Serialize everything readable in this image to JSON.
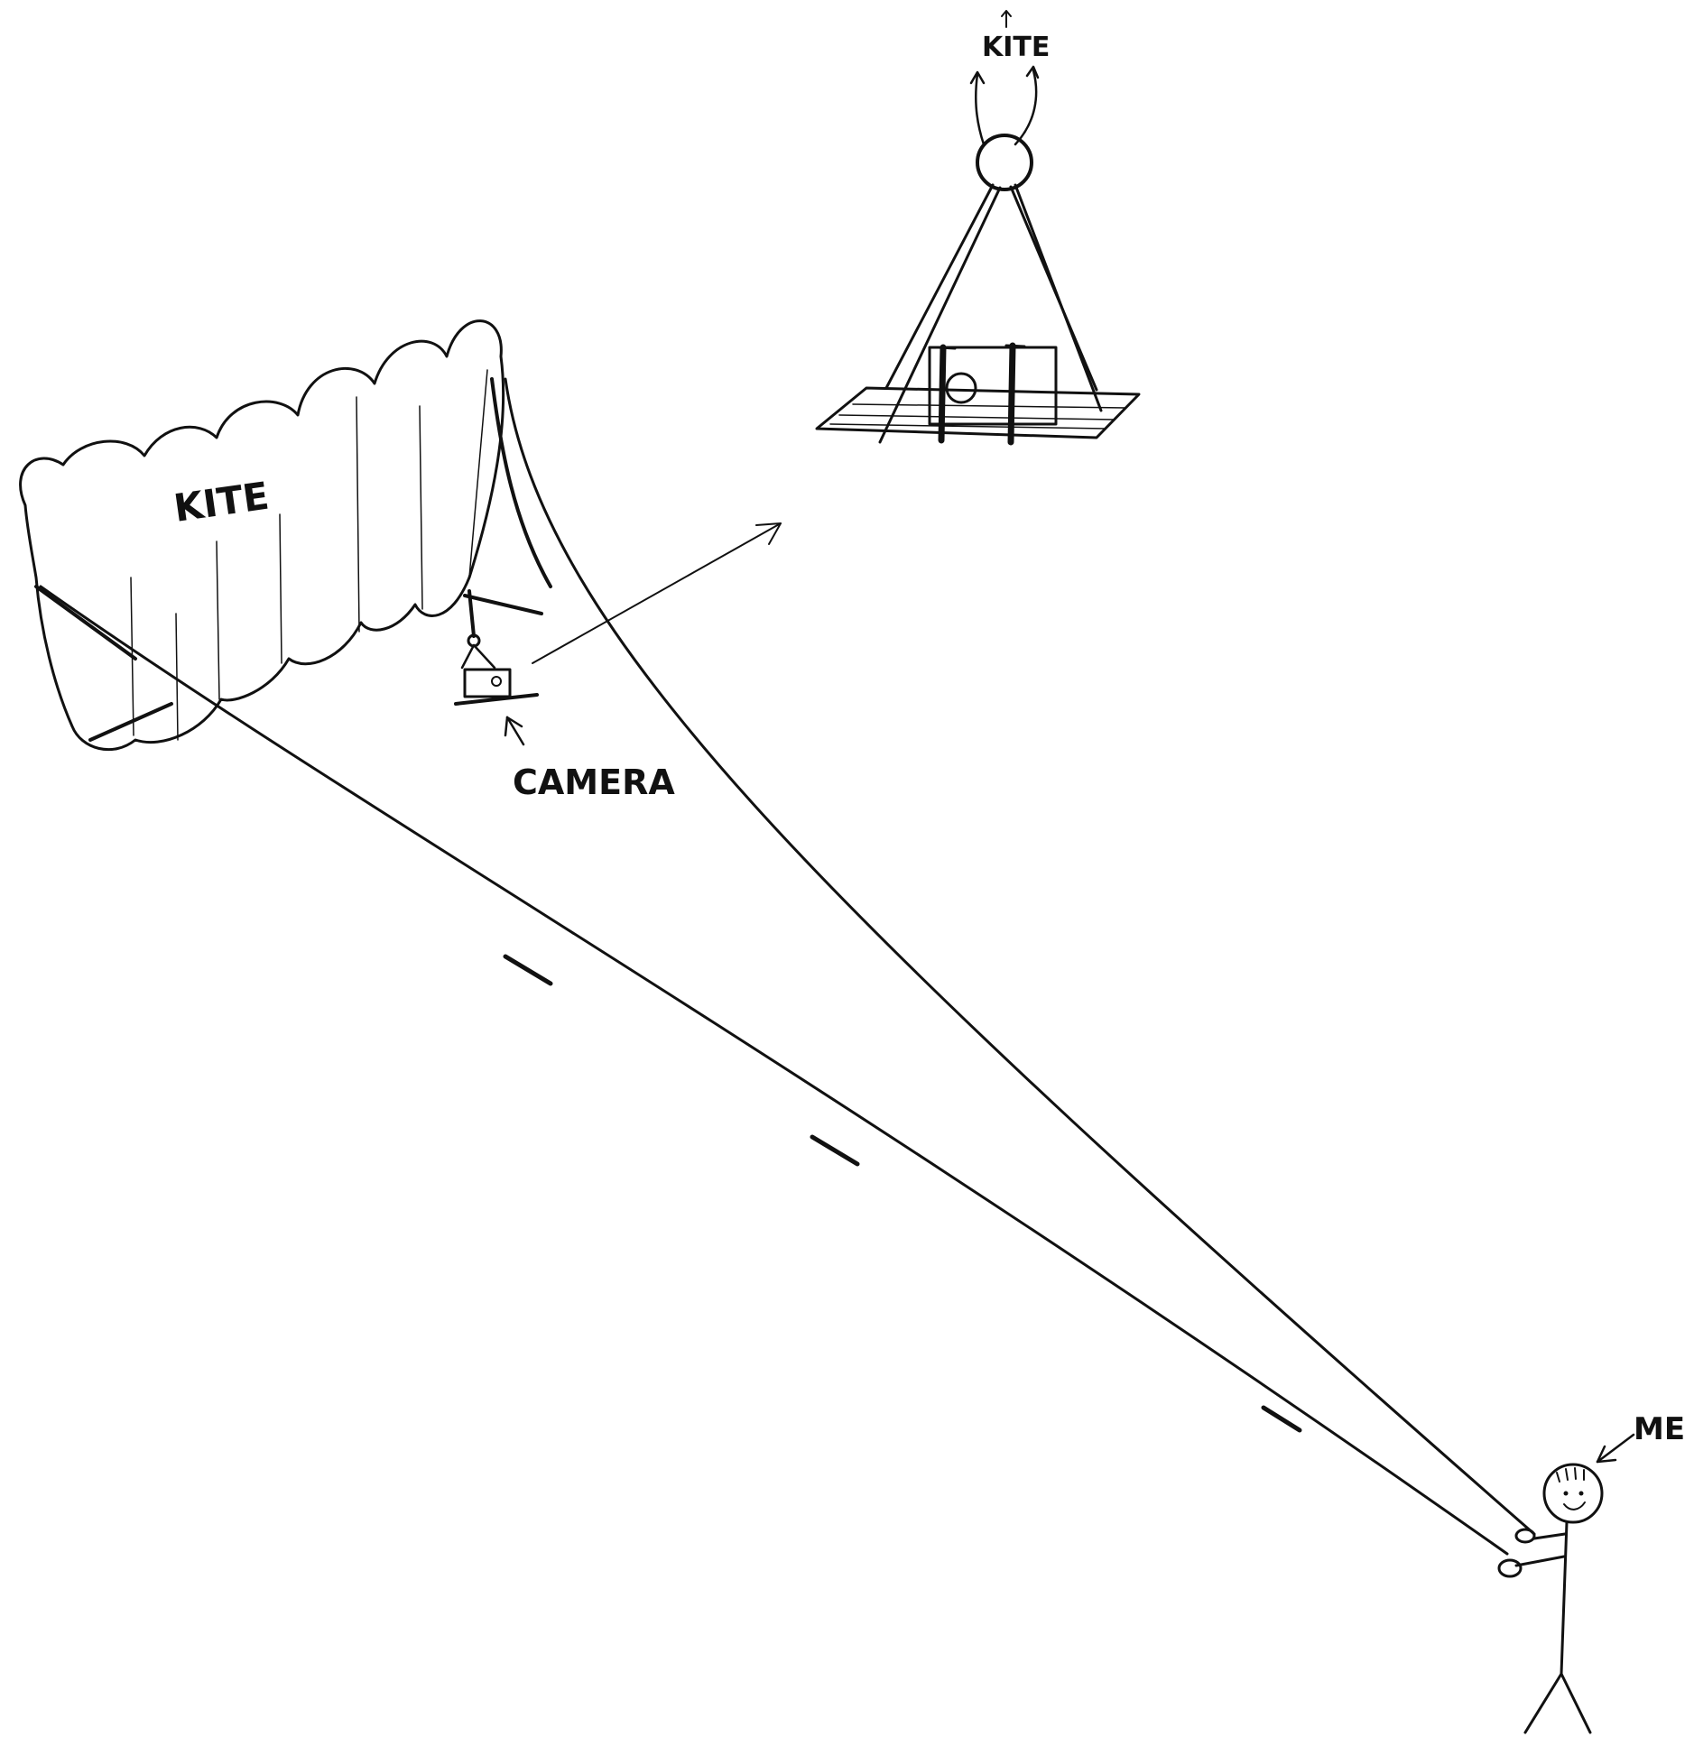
{
  "labels": {
    "kite_main": "KITE",
    "camera": "CAMERA",
    "kite_detail": "KITE",
    "me": "ME"
  },
  "colors": {
    "ink": "#111111",
    "paper": "#ffffff"
  }
}
